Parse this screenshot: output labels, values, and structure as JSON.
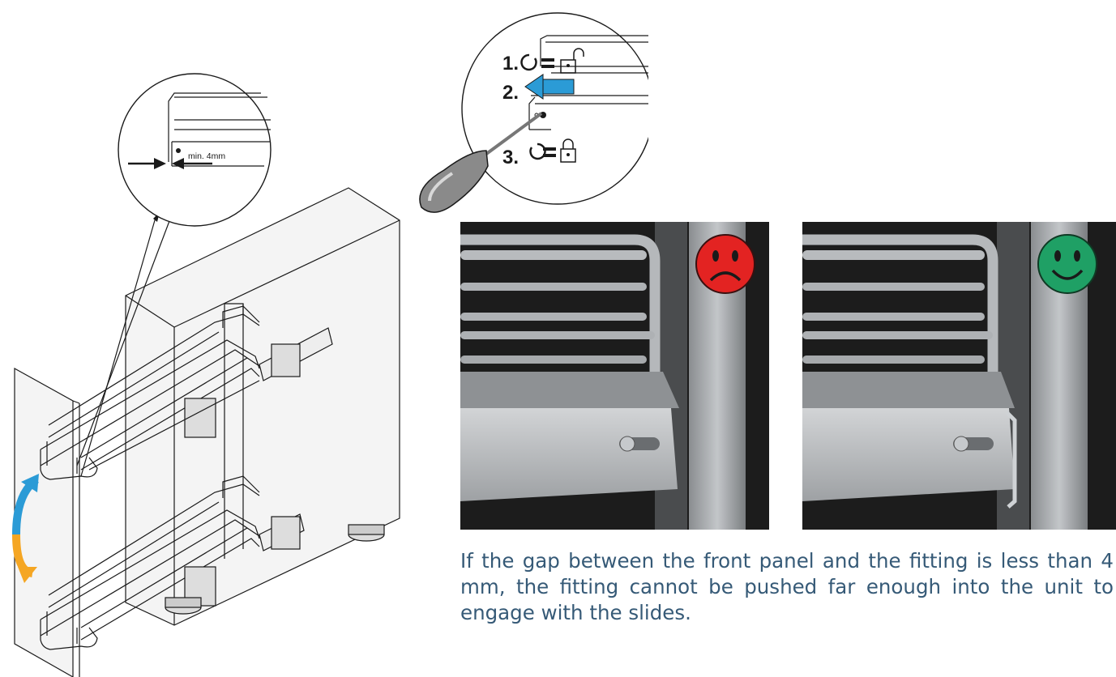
{
  "detail_callout": {
    "gap_label": "min. 4mm"
  },
  "lock_steps": {
    "step1": "1.",
    "step2": "2.",
    "step3": "3."
  },
  "photos": {
    "incorrect": {
      "face": "sad-face-icon",
      "color": "#e32322"
    },
    "correct": {
      "face": "smiley-face-icon",
      "color": "#1fa065"
    }
  },
  "arrows": {
    "up_color": "#2b9bd6",
    "down_color": "#f5a623"
  },
  "caption": "If the gap between the front panel and the fitting is less than 4 mm, the fitting cannot be pushed far enough into the unit to engage with the slides."
}
